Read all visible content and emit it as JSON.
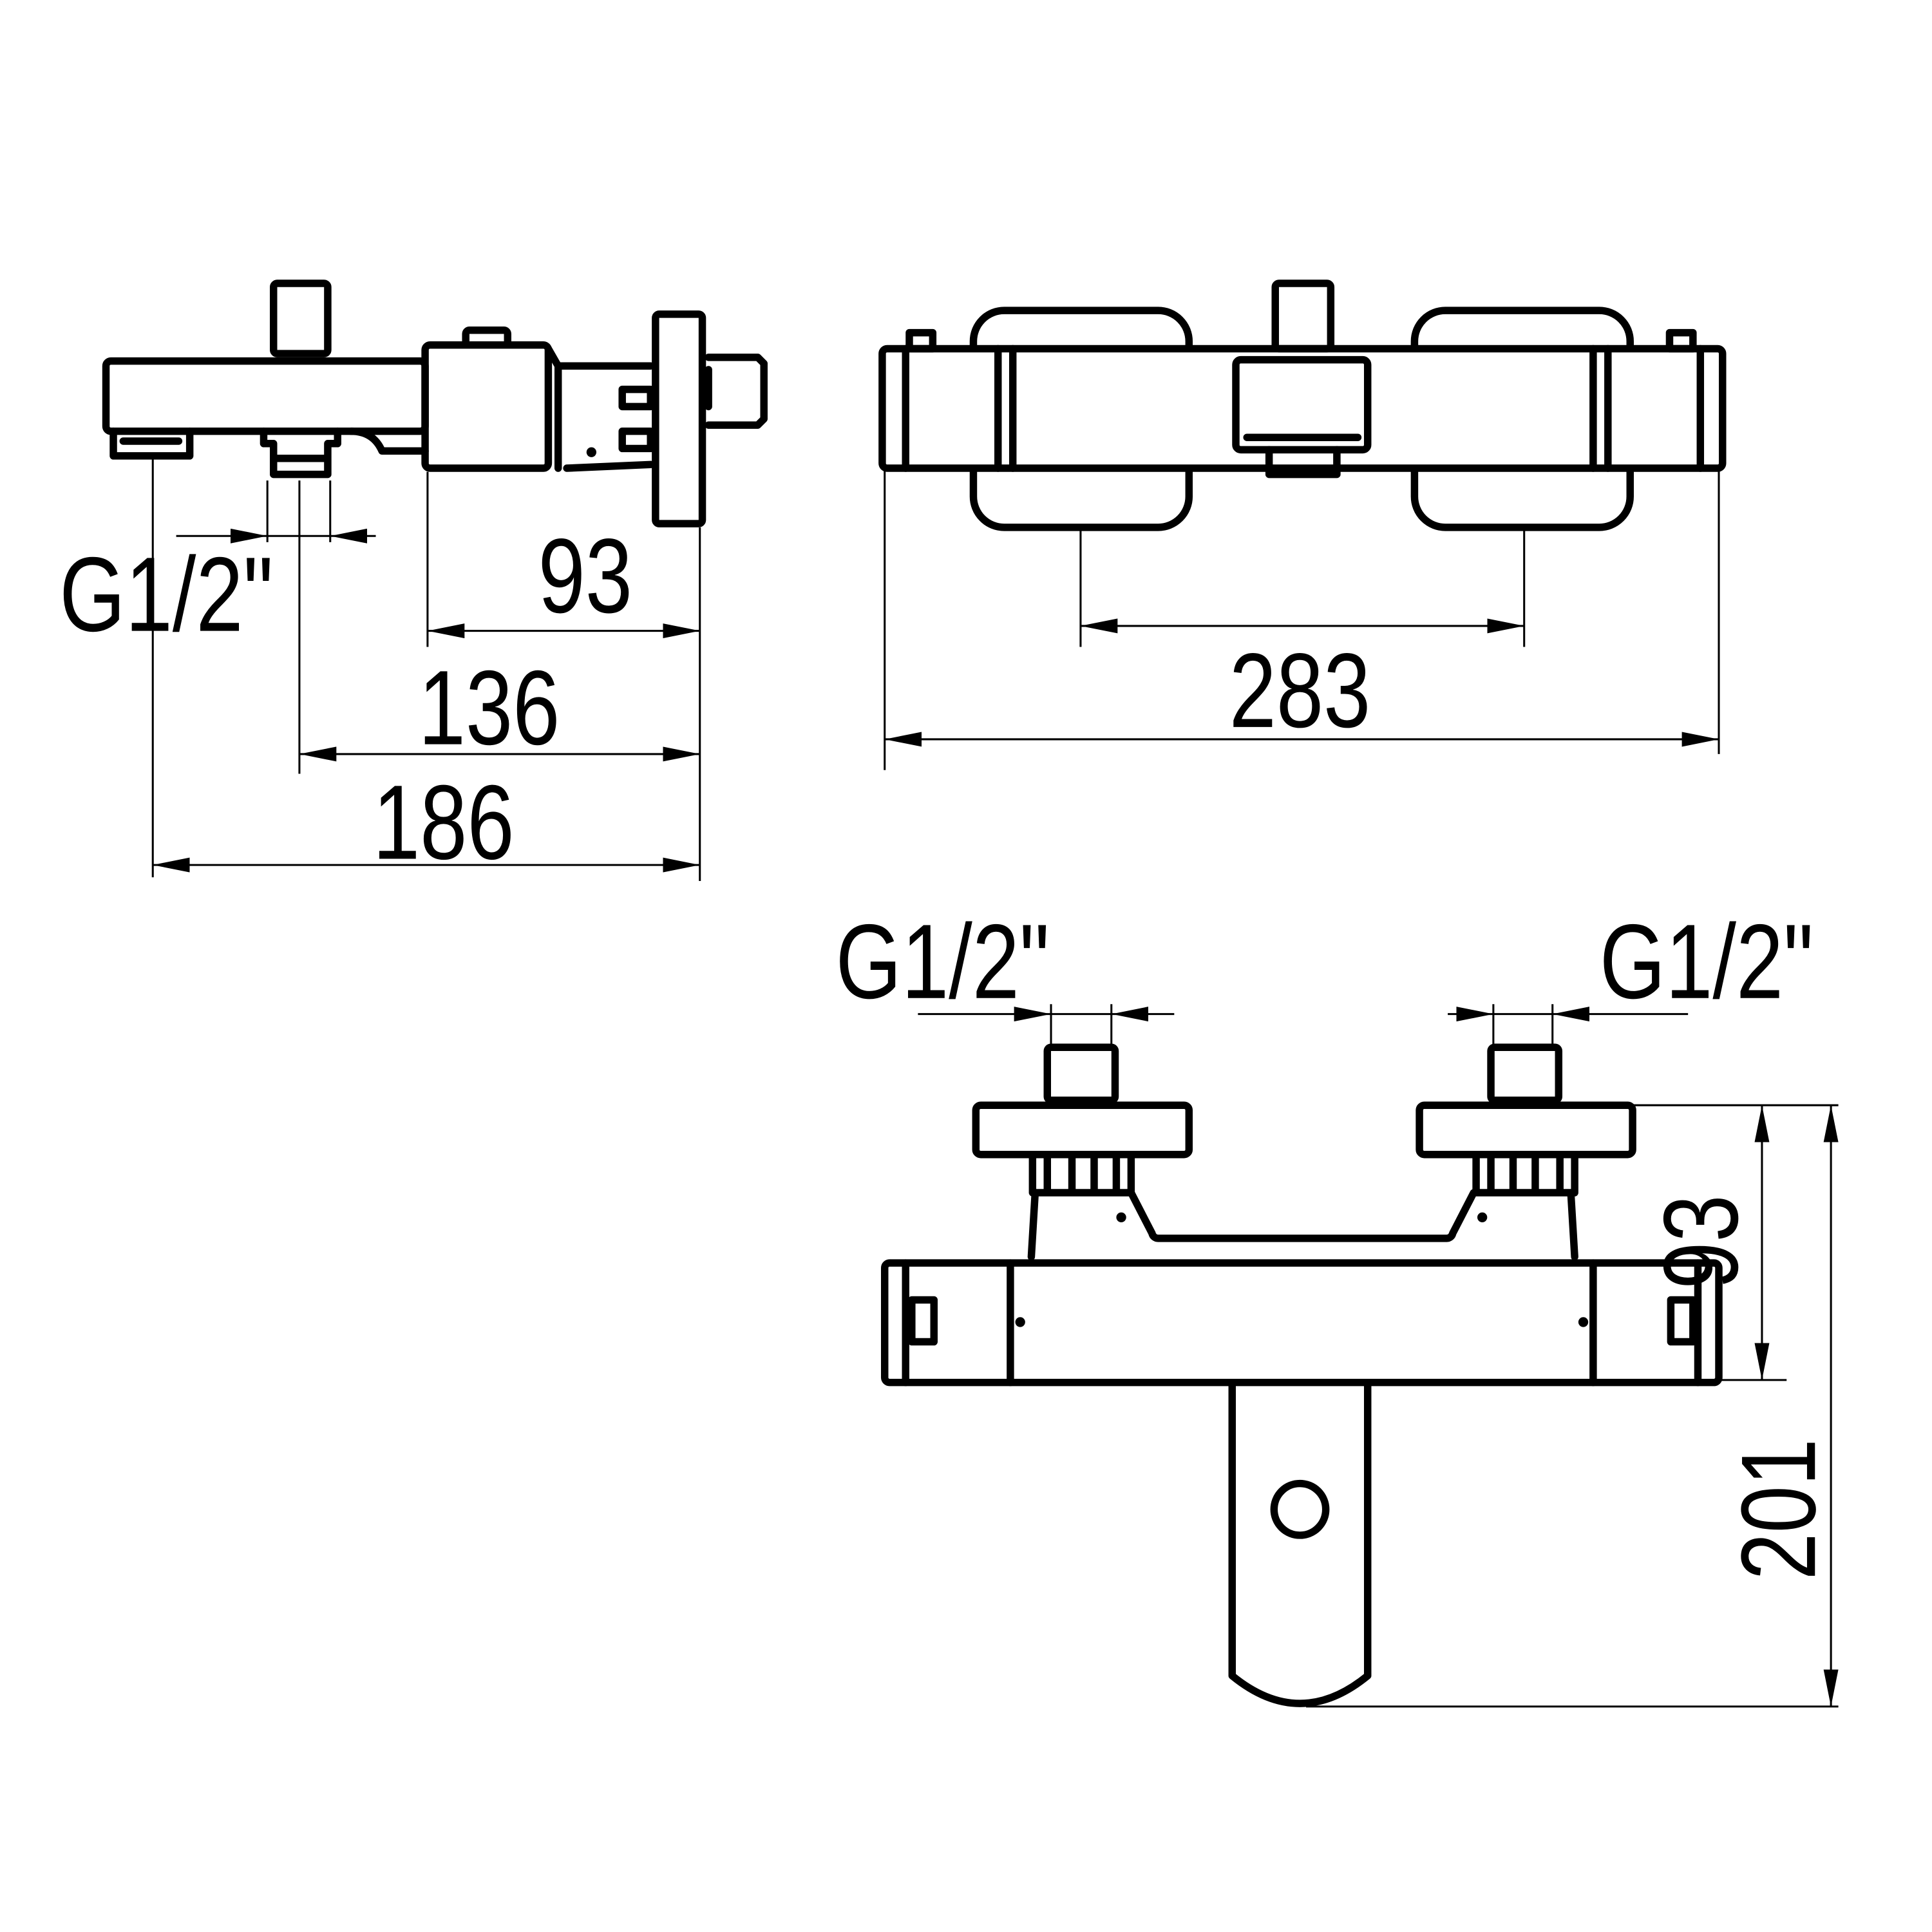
{
  "side_view": {
    "thread_label": "G1/2\"",
    "dim_body_depth": "93",
    "dim_inlet_to_wall": "136",
    "dim_overall_depth": "186"
  },
  "front_view": {
    "dim_handle_spacing": "283"
  },
  "bottom_view": {
    "thread_label_left": "G1/2\"",
    "thread_label_right": "G1/2\"",
    "dim_inlet_height": "93",
    "dim_overall_height": "201"
  },
  "colors": {
    "line": "#000000",
    "background": "#ffffff"
  }
}
